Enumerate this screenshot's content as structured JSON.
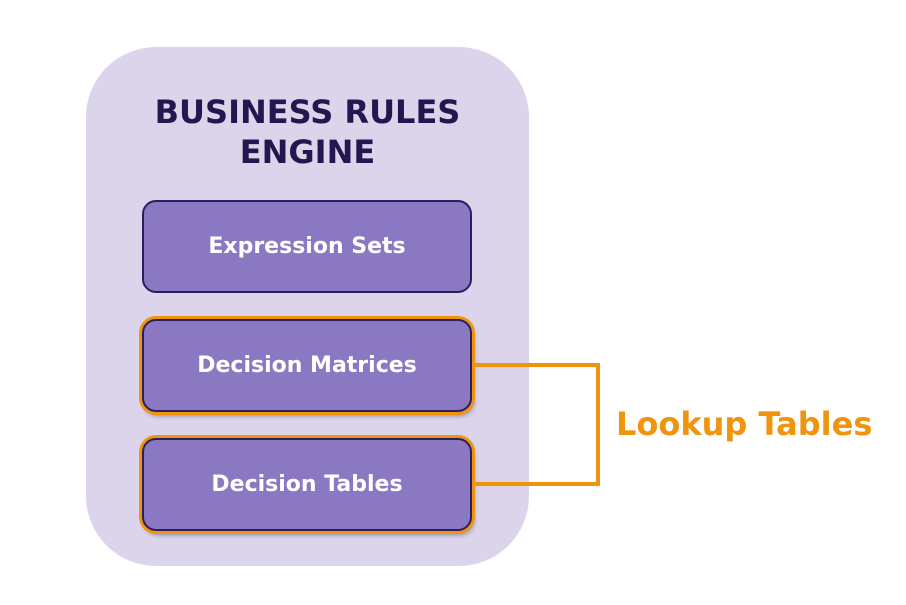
{
  "engine": {
    "title": "BUSINESS RULES\nENGINE"
  },
  "components": [
    {
      "label": "Expression Sets",
      "highlighted": false
    },
    {
      "label": "Decision Matrices",
      "highlighted": true
    },
    {
      "label": "Decision Tables",
      "highlighted": true
    }
  ],
  "lookup": {
    "label": "Lookup Tables"
  },
  "colors": {
    "container_fill": "#dcd4ea",
    "box_fill": "#8b78c2",
    "box_border": "#2a1f5c",
    "title_text": "#22184f",
    "highlight": "#f0930d",
    "box_text": "#ffffff"
  }
}
